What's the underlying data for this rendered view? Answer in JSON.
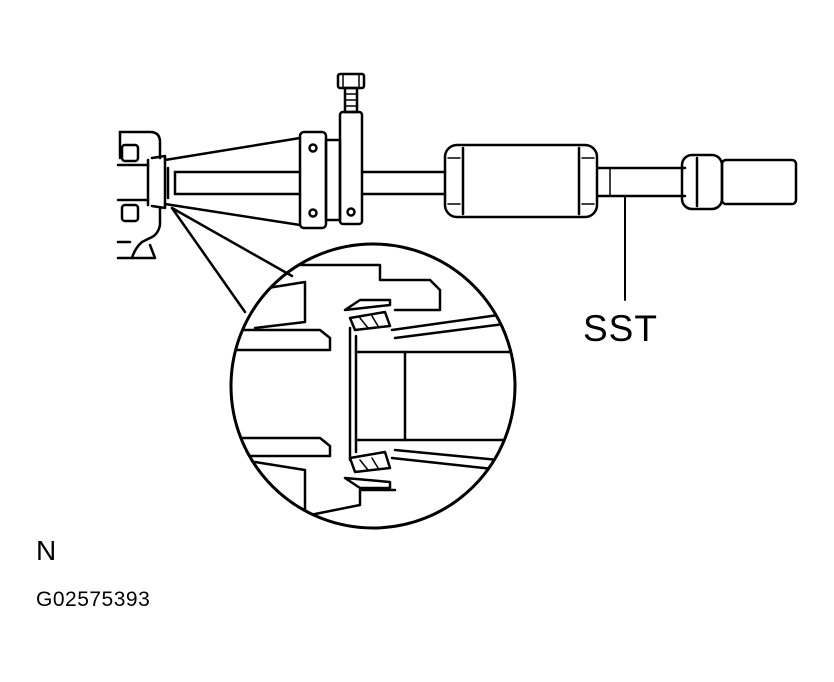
{
  "labels": {
    "tool": "SST",
    "orientation": "N",
    "figure_code": "G02575393"
  },
  "colors": {
    "line": "#000000",
    "background": "#ffffff"
  }
}
